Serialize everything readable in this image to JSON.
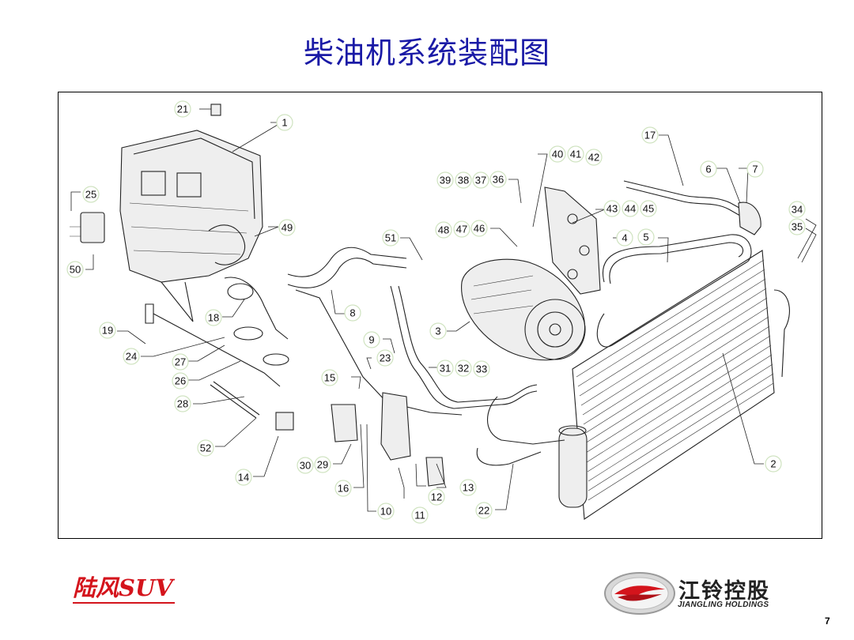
{
  "title": "柴油机系统装配图",
  "brand": "陆风SUV",
  "company": {
    "name_cn": "江铃控股",
    "name_en": "JIANGLING HOLDINGS"
  },
  "page_number": "7",
  "callouts": [
    "21",
    "1",
    "17",
    "40",
    "41",
    "42",
    "6",
    "7",
    "39",
    "38",
    "37",
    "36",
    "25",
    "43",
    "44",
    "45",
    "34",
    "49",
    "51",
    "48",
    "47",
    "46",
    "4",
    "5",
    "35",
    "50",
    "8",
    "18",
    "3",
    "19",
    "9",
    "24",
    "23",
    "27",
    "31",
    "32",
    "33",
    "26",
    "15",
    "28",
    "52",
    "30",
    "29",
    "14",
    "16",
    "12",
    "13",
    "10",
    "11",
    "22",
    "2"
  ]
}
